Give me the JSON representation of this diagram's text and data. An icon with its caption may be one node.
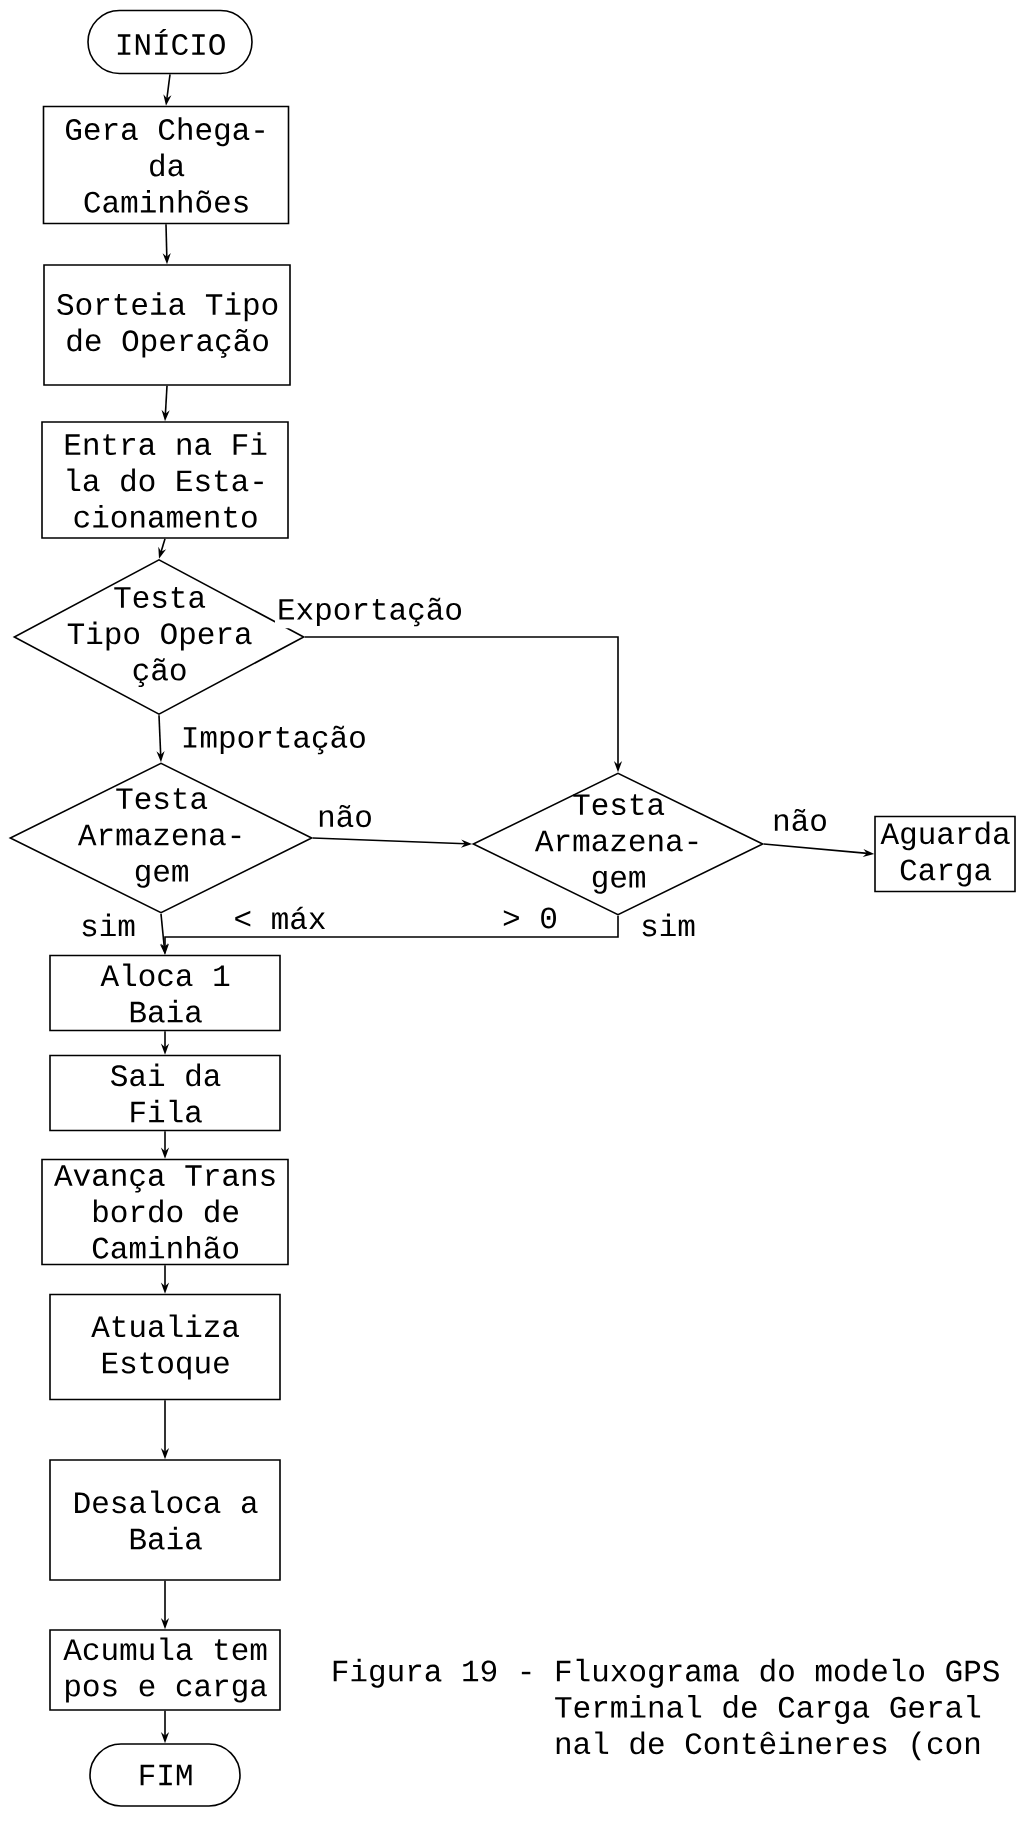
{
  "diagram": {
    "caption": "Figura 19 - Fluxograma do modelo GPS Terminal de Carga Geral nal de Contêineres (con",
    "nodes": [
      {
        "text": [
          "INÍCIO"
        ]
      },
      {
        "text": [
          "Gera Chega- da Caminhões"
        ]
      },
      {
        "text": [
          "Sorteia Tipo de Operação"
        ]
      },
      {
        "text": [
          "Entra na Fi la do Esta- cionamento"
        ]
      },
      {
        "text": [
          "Testa Tipo Opera ção"
        ]
      },
      {
        "text": [
          "Testa Armazena- gem"
        ]
      },
      {
        "text": [
          "Testa Armazena- gem"
        ]
      },
      {
        "text": [
          "Aguarda Carga"
        ]
      },
      {
        "text": [
          "Aloca 1 Baia"
        ]
      },
      {
        "text": [
          "Sai da Fila"
        ]
      },
      {
        "text": [
          "Avança Trans bordo de Caminhão"
        ]
      },
      {
        "text": [
          "Atualiza Estoque"
        ]
      },
      {
        "text": [
          "Desaloca a Baia"
        ]
      },
      {
        "text": [
          "Acumula tem pos e carga"
        ]
      },
      {
        "text": [
          "FIM"
        ]
      }
    ],
    "edges": [
      {
        "from": 0,
        "to": 1,
        "arrow": "to"
      },
      {
        "from": 1,
        "to": 2,
        "arrow": "to"
      },
      {
        "from": 2,
        "to": 3,
        "arrow": "to"
      },
      {
        "from": 3,
        "to": 4,
        "arrow": "to"
      },
      {
        "from": 4,
        "to": 6,
        "arrow": "to",
        "label": "Exportação"
      },
      {
        "from": 4,
        "to": 5,
        "arrow": "to",
        "label": "Importação"
      },
      {
        "from": 5,
        "to": 6,
        "arrow": "to",
        "label": "não"
      },
      {
        "from": 6,
        "to": 7,
        "arrow": "to",
        "label": "não"
      },
      {
        "from": 5,
        "to": 8,
        "arrow": "to",
        "label": "sim"
      },
      {
        "from": 6,
        "to": 8,
        "arrow": "to",
        "label": "sim"
      },
      {
        "from": 8,
        "to": 9,
        "arrow": "to"
      },
      {
        "from": 9,
        "to": 10,
        "arrow": "to"
      },
      {
        "from": 10,
        "to": 11,
        "arrow": "to"
      },
      {
        "from": 11,
        "to": 12,
        "arrow": "to"
      },
      {
        "from": 12,
        "to": 13,
        "arrow": "to"
      },
      {
        "from": 13,
        "to": 14,
        "arrow": "to"
      }
    ],
    "labels": [
      "< máx",
      "> 0"
    ]
  }
}
